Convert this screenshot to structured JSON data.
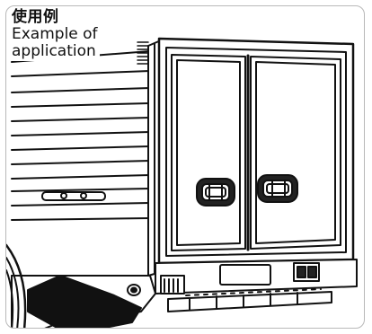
{
  "caption": {
    "title_ja": "使用例",
    "title_en_line1": "Example of",
    "title_en_line2": "application"
  },
  "illustration": {
    "subject": "box truck rear with double doors and lock handles",
    "line_color": "#111111",
    "fill_color": "#ffffff",
    "border_color": "#b8b8b8"
  }
}
